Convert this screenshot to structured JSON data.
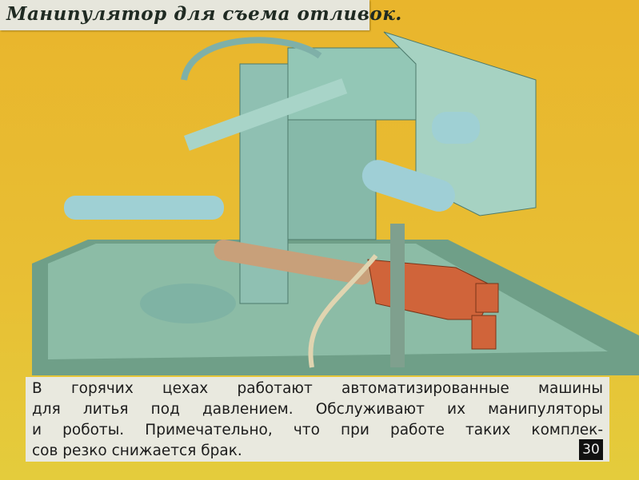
{
  "title": "Манипулятор для съема отливок.",
  "caption": {
    "lines": [
      "В горячих цехах работают автоматизированные машины",
      "для литья под давлением. Обслуживают их манипуляторы",
      "и роботы. Примечательно, что при работе таких комплек-",
      "сов резко снижается брак."
    ]
  },
  "page_number": "30",
  "colors": {
    "background": "#e8bb30",
    "machine": "#8fc4b4",
    "gripper": "#d0643a",
    "text_box": "#e9e9df"
  }
}
